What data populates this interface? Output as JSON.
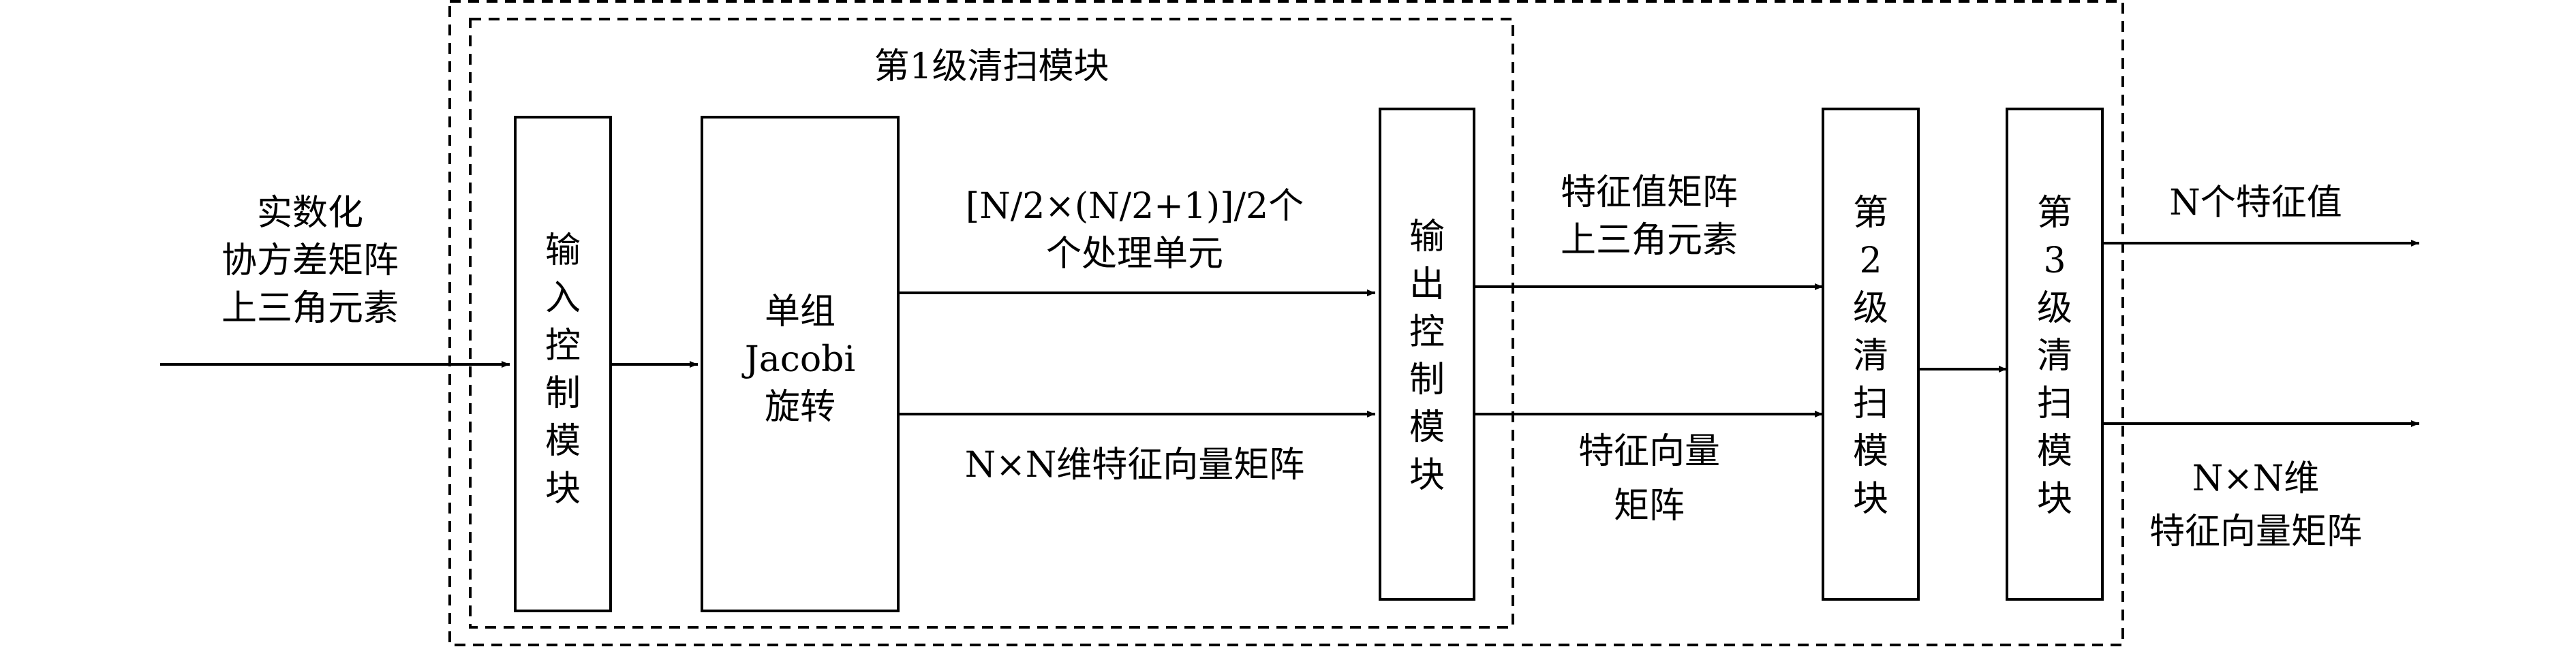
{
  "stage1_label": "第1级清扫模块",
  "input_label": [
    "实数化",
    "协方差矩阵",
    "上三角元素"
  ],
  "input_control": [
    "输",
    "入",
    "控",
    "制",
    "模",
    "块"
  ],
  "jacobi": [
    "单组",
    "Jacobi",
    "旋转"
  ],
  "processing_units": [
    "[N/2×(N/2+1)]/2个",
    "个处理单元"
  ],
  "eigvec_mid": "N×N维特征向量矩阵",
  "output_control": [
    "输",
    "出",
    "控",
    "制",
    "模",
    "块"
  ],
  "eigval_matrix_label": [
    "特征值矩阵",
    "上三角元素"
  ],
  "eigvec_matrix_label": [
    "特征向量",
    "矩阵"
  ],
  "stage2": [
    "第",
    "2",
    "级",
    "清",
    "扫",
    "模",
    "块"
  ],
  "stage3": [
    "第",
    "3",
    "级",
    "清",
    "扫",
    "模",
    "块"
  ],
  "out_eigvals": "N个特征值",
  "out_eigvecs": [
    "N×N维",
    "特征向量矩阵"
  ]
}
